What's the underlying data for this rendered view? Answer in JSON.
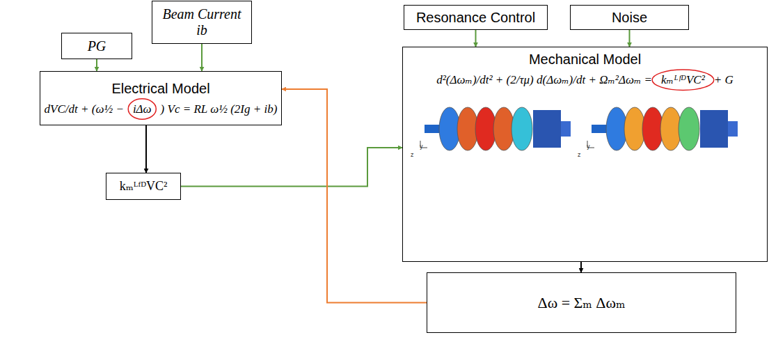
{
  "diagram": {
    "nodes": [
      {
        "text": [
          "PG"
        ]
      },
      {
        "text": [
          "Beam Current ib"
        ]
      },
      {
        "text": [
          "Resonance Control"
        ]
      },
      {
        "text": [
          "Noise"
        ]
      },
      {
        "text": [
          "Electrical Model",
          "dVC/dt + (ω½ −",
          "iΔω",
          ") Vc = RL ω½ (2Ig + ib)"
        ]
      },
      {
        "text": [
          "kₘᴸᶠᴰVC²"
        ]
      },
      {
        "text": [
          "Mechanical Model",
          "d²(Δωₘ)/dt² + (2/τμ) d(Δωₘ)/dt + Ωₘ²Δωₘ =",
          "kₘᴸᶠᴰVC²",
          "+ G"
        ]
      },
      {
        "text": [
          "Δω = Σₘ Δωₘ"
        ]
      }
    ],
    "edges": [
      {
        "from": 0,
        "to": 4,
        "arrow": "to"
      },
      {
        "from": 1,
        "to": 4,
        "arrow": "to"
      },
      {
        "from": 2,
        "to": 6,
        "arrow": "to"
      },
      {
        "from": 3,
        "to": 6,
        "arrow": "to"
      },
      {
        "from": 4,
        "to": 5,
        "arrow": "to"
      },
      {
        "from": 5,
        "to": 6,
        "arrow": "to"
      },
      {
        "from": 6,
        "to": 7,
        "arrow": "to"
      },
      {
        "from": 7,
        "to": 4,
        "arrow": "to"
      }
    ],
    "labels": [
      "y",
      "z",
      "y",
      "z"
    ]
  }
}
